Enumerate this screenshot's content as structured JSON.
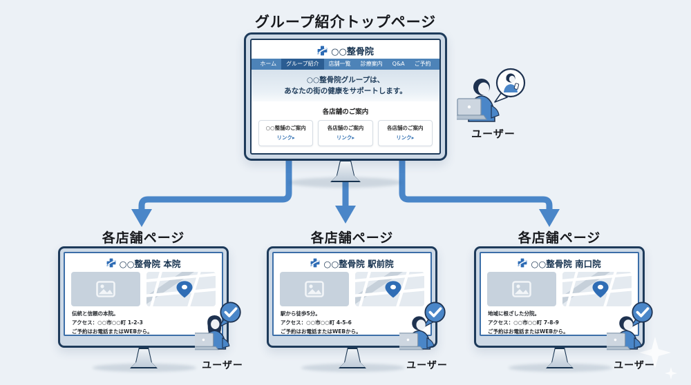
{
  "header": {
    "title": "グループ紹介トップページ"
  },
  "colors": {
    "background": "#ecf1f6",
    "accent_blue": "#4a86c8",
    "navy_outline": "#1e3250",
    "nav_bar": "#4d83b8",
    "nav_active": "#2b5d92",
    "link_blue": "#3a76b5",
    "pin_blue": "#2f6db5"
  },
  "icons": {
    "logo": "medical-cross",
    "image_panel": "picture-placeholder",
    "map_panel": "map-with-pin",
    "check_bubble": "check-speech-bubble",
    "phone_bubble": "smartphone-user-speech-bubble",
    "laptop": "laptop"
  },
  "top_site": {
    "logo_text": "○○整骨院",
    "nav_items": [
      {
        "label": "ホーム",
        "active": false
      },
      {
        "label": "グループ紹介",
        "active": true
      },
      {
        "label": "店舗一覧",
        "active": false
      },
      {
        "label": "診療案内",
        "active": false
      },
      {
        "label": "Q&A",
        "active": false
      },
      {
        "label": "ご予約",
        "active": false
      }
    ],
    "hero": {
      "line1": "○○整骨院グループは、",
      "line2": "あなたの街の健康をサポートします。"
    },
    "section_title": "各店舗のご案内",
    "cards": [
      {
        "title": "○○整舗のご案内",
        "link": "リンク▸"
      },
      {
        "title": "各店舗のご案内",
        "link": "リンク▸"
      },
      {
        "title": "各店舗のご案内",
        "link": "リンク▸"
      }
    ]
  },
  "top_user": {
    "label": "ユーザー"
  },
  "branches": [
    {
      "heading": "各店舗ページ",
      "site_name": "○○整骨院 本院",
      "desc": "伝統と信頼の本院。",
      "access": "アクセス：○○市○○町 1-2-3",
      "reserve": "ご予約はお電話またはWEBから。",
      "user_label": "ユーザー"
    },
    {
      "heading": "各店舗ページ",
      "site_name": "○○整骨院 駅前院",
      "desc": "駅から徒歩5分。",
      "access": "アクセス：○○市○○町 4-5-6",
      "reserve": "ご予約はお電話またはWEBから。",
      "user_label": "ユーザー"
    },
    {
      "heading": "各店舗ページ",
      "site_name": "○○整骨院 南口院",
      "desc": "地域に根ざした分院。",
      "access": "アクセス：○○市○○町 7-8-9",
      "reserve": "ご予約はお電話またはWEBから。",
      "user_label": "ユーザー"
    }
  ]
}
